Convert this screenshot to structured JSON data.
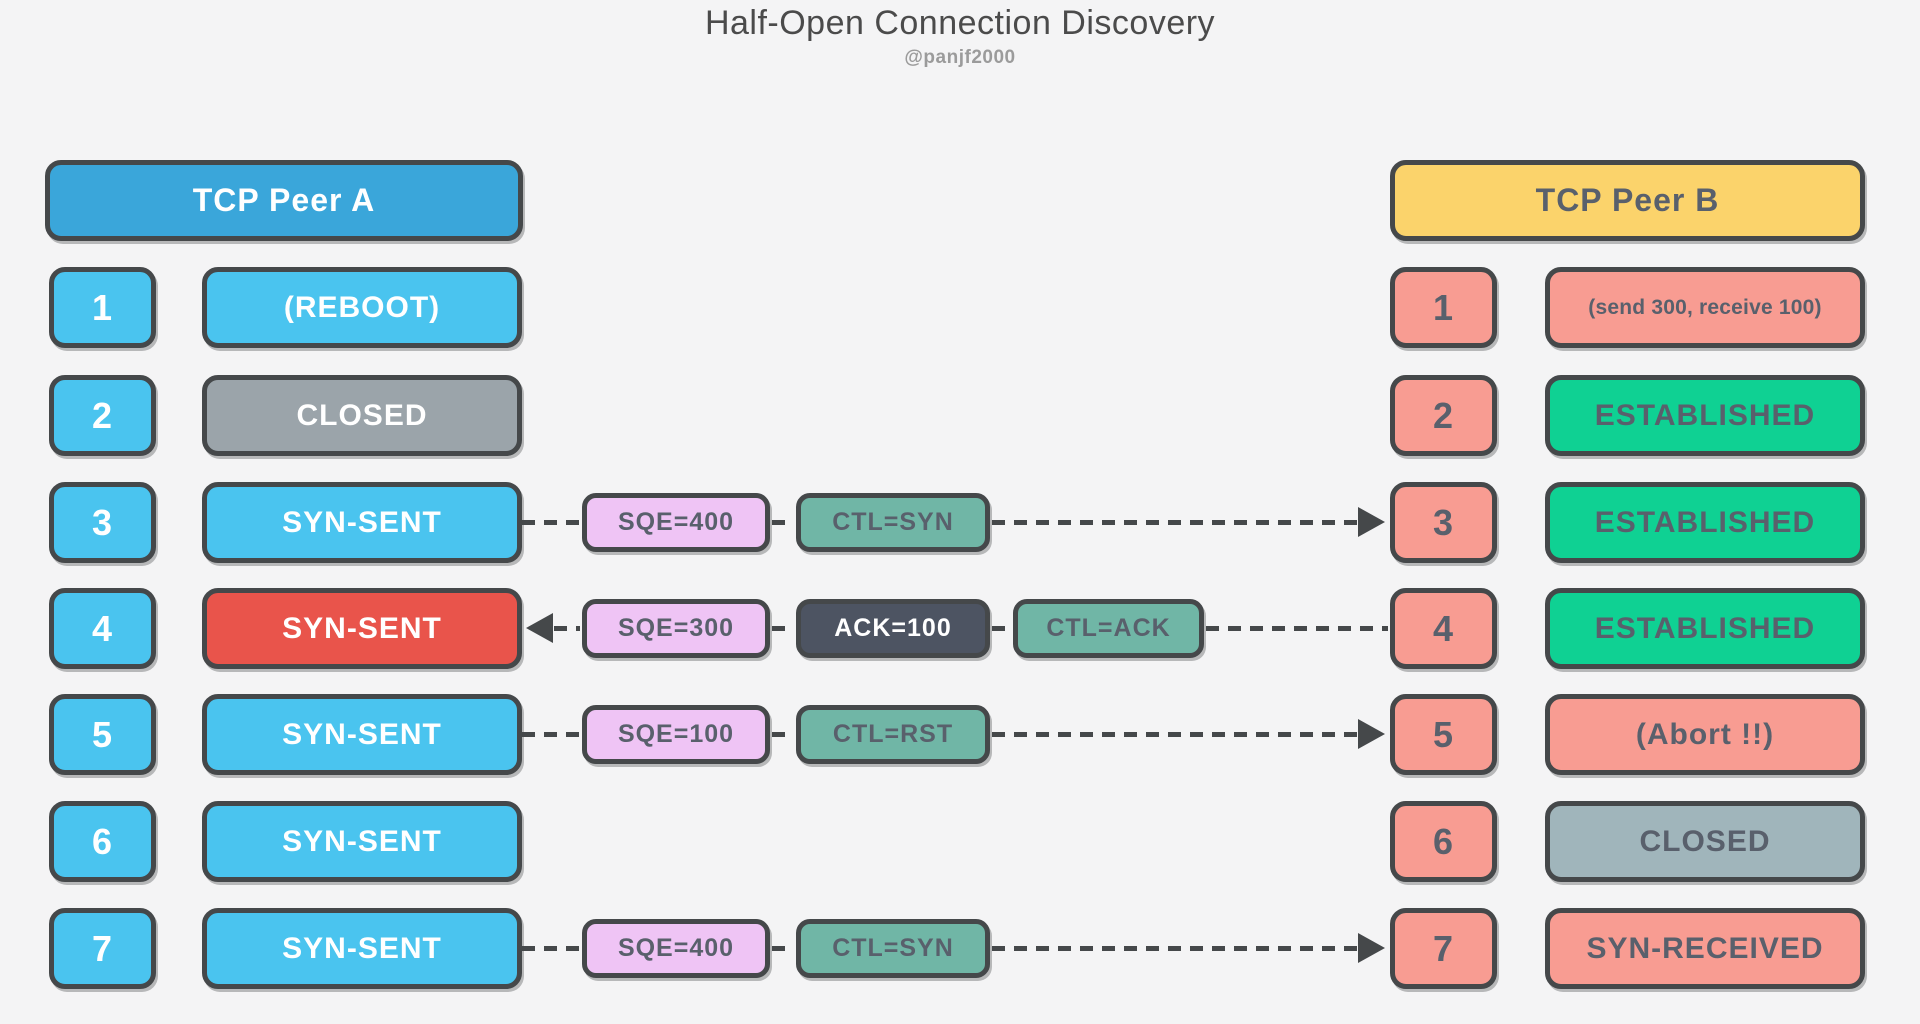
{
  "title": "Half-Open Connection Discovery",
  "subtitle": "@panjf2000",
  "peer_a": {
    "label": "TCP Peer A"
  },
  "peer_b": {
    "label": "TCP Peer B"
  },
  "rows": [
    {
      "num": "1",
      "a": {
        "label": "(REBOOT)"
      },
      "b": {
        "label": "(send 300, receive 100)"
      }
    },
    {
      "num": "2",
      "a": {
        "label": "CLOSED"
      },
      "b": {
        "label": "ESTABLISHED"
      }
    },
    {
      "num": "3",
      "a": {
        "label": "SYN-SENT"
      },
      "b": {
        "label": "ESTABLISHED"
      },
      "msg": {
        "direction": "right",
        "boxes": [
          {
            "label": "SQE=400"
          },
          {
            "label": "CTL=SYN"
          }
        ]
      }
    },
    {
      "num": "4",
      "a": {
        "label": "SYN-SENT"
      },
      "b": {
        "label": "ESTABLISHED"
      },
      "msg": {
        "direction": "left",
        "boxes": [
          {
            "label": "SQE=300"
          },
          {
            "label": "ACK=100"
          },
          {
            "label": "CTL=ACK"
          }
        ]
      }
    },
    {
      "num": "5",
      "a": {
        "label": "SYN-SENT"
      },
      "b": {
        "label": "(Abort !!)"
      },
      "msg": {
        "direction": "right",
        "boxes": [
          {
            "label": "SQE=100"
          },
          {
            "label": "CTL=RST"
          }
        ]
      }
    },
    {
      "num": "6",
      "a": {
        "label": "SYN-SENT"
      },
      "b": {
        "label": "CLOSED"
      }
    },
    {
      "num": "7",
      "a": {
        "label": "SYN-SENT"
      },
      "b": {
        "label": "SYN-RECEIVED"
      },
      "msg": {
        "direction": "right",
        "boxes": [
          {
            "label": "SQE=400"
          },
          {
            "label": "CTL=SYN"
          }
        ]
      }
    }
  ],
  "colors": {
    "background": "#f4f4f5",
    "outline": "#45484a",
    "peer_a_header": "#3aa6da",
    "peer_a_step": "#4ac4ef",
    "peer_b_header": "#fbd36b",
    "peer_b_step": "#f89c92",
    "established_green": "#0fd193",
    "closed_gray_a": "#9ba4aa",
    "closed_gray_b": "#a0b5bb",
    "alert_red": "#e9544b",
    "seq_box_lavender": "#efc4f5",
    "ctl_box_teal": "#70b6a6",
    "ack_box_slate": "#4d5462",
    "dash": "#45484a",
    "text_light": "#ffffff",
    "text_dark": "#59606c",
    "title_text": "#4b4b4b",
    "subtitle_text": "#9b9b9b"
  }
}
